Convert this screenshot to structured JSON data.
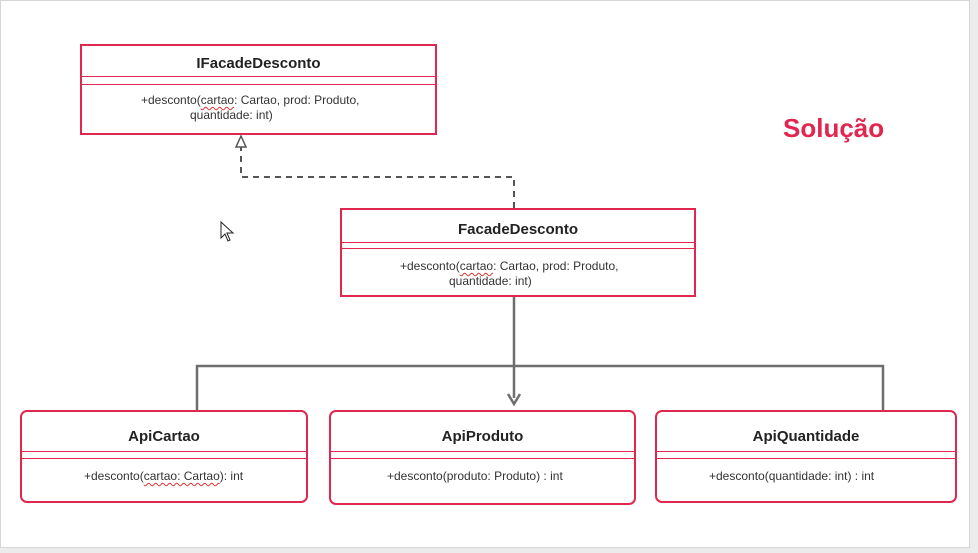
{
  "title": "Solução",
  "colors": {
    "accent": "#e0274f",
    "line": "#6e6e6e",
    "text": "#222222"
  },
  "interface": {
    "name": "IFacadeDesconto",
    "op_line1_pre": "+desconto(",
    "op_line1_wavy": "cartao",
    "op_line1_post": ": Cartao, prod: Produto,",
    "op_line2": "quantidade: int)"
  },
  "facade": {
    "name": "FacadeDesconto",
    "op_line1_pre": "+desconto(",
    "op_line1_wavy": "cartao",
    "op_line1_post": ": Cartao, prod: Produto,",
    "op_line2": "quantidade: int)"
  },
  "apis": [
    {
      "name": "ApiCartao",
      "op_pre": "+desconto(",
      "op_wavy": "cartao: Cartao",
      "op_post": "): int"
    },
    {
      "name": "ApiProduto",
      "op_pre": "+desconto(produto: Produto) : int",
      "op_wavy": "",
      "op_post": ""
    },
    {
      "name": "ApiQuantidade",
      "op_pre": "+desconto(quantidade: int) : int",
      "op_wavy": "",
      "op_post": ""
    }
  ],
  "mouse_cursor_icon": "arrow-cursor-icon"
}
